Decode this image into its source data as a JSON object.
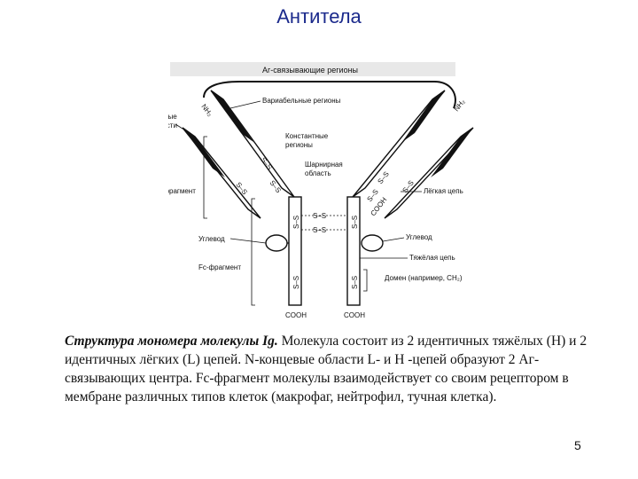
{
  "slide": {
    "title": "Антитела",
    "page_number": "5"
  },
  "diagram": {
    "labels": {
      "ag_binding": "Аг-связывающие регионы",
      "nh2_left": "NH₂",
      "nh2_right": "NH₂",
      "variable": "Вариабельные регионы",
      "hypervariable_1": "Гипервариабельные",
      "hypervariable_2": "области",
      "constant_1": "Константные",
      "constant_2": "регионы",
      "hinge_1": "Шарнирная",
      "hinge_2": "область",
      "fab": "Fab-фрагмент",
      "light_chain": "Лёгкая цепь",
      "carb_left": "Углевод",
      "carb_right": "Углевод",
      "fc": "Fc-фрагмент",
      "heavy_chain": "Тяжёлая цепь",
      "domain": "Домен (например, CH₂)",
      "cooh_light": "COOH",
      "cooh_left": "COOH",
      "cooh_right": "COOH",
      "ss": "S–S"
    }
  },
  "caption": {
    "bold": "Структура мономера молекулы Ig.",
    "text": " Молекула состоит из 2 идентичных тяжёлых (Н) и 2 идентичных лёгких (L) цепей. N-концевые области L- и Н -цепей образуют 2 Аг-связывающих центра. Fc-фрагмент молекулы взаимодействует со своим рецептором в мембране различных типов клеток (макрофаг, нейтрофил, тучная клетка)."
  }
}
